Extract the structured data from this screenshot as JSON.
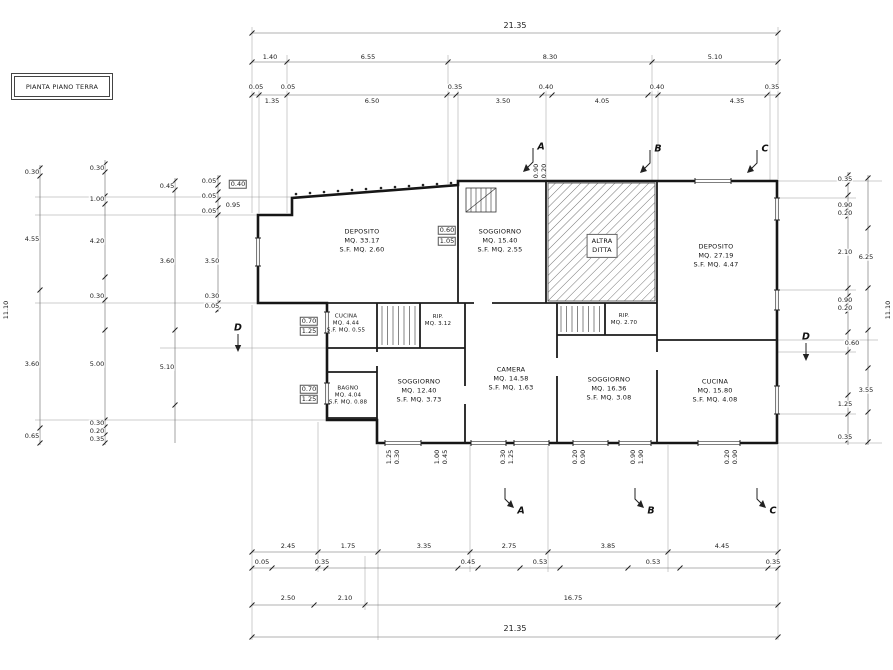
{
  "title": "PIANTA PIANO TERRA",
  "dims": {
    "top_total": "21.35",
    "top_row2": [
      "1.40",
      "6.55",
      "8.30",
      "5.10"
    ],
    "top_row3": [
      "0.05",
      "0.05",
      "0.35",
      "0.40",
      "0.40",
      "0.35"
    ],
    "top_row4": [
      "1.35",
      "6.50",
      "3.50",
      "4.05",
      "4.35"
    ],
    "left_col1": [
      "0.30",
      "4.55",
      "3.60",
      "0.65"
    ],
    "left_col2": [
      "0.30",
      "1.00",
      "4.20",
      "0.30",
      "5.00",
      "0.30",
      "0.20",
      "0.35"
    ],
    "left_col3": [
      "0.45",
      "3.60",
      "5.10"
    ],
    "left_col4": [
      "0.05",
      "0.40",
      "0.05",
      "0.95",
      "0.05",
      "3.50",
      "0.30",
      "0.05"
    ],
    "left_edge": "11.10",
    "right_col1": [
      "0.35",
      "0.90",
      "0.20",
      "2.10",
      "0.90",
      "0.20",
      "0.60",
      "1.25",
      "0.35"
    ],
    "right_col2": [
      "6.25",
      "3.55"
    ],
    "right_edge": "11.10",
    "bottom_row1": [
      "2.45",
      "1.75",
      "3.35",
      "2.75",
      "3.85",
      "4.45"
    ],
    "bottom_row2": [
      "0.05",
      "0.35",
      "0.45",
      "0.53",
      "0.53",
      "0.35"
    ],
    "bottom_row3": [
      "2.50",
      "2.10",
      "16.75"
    ],
    "bottom_total": "21.35",
    "inner_top": [
      "0.60",
      "1.05"
    ],
    "inner_altra": [
      "0.90",
      "0.20"
    ],
    "inner_cucina_door": [
      "0.70",
      "1.25"
    ],
    "inner_bagno_door": [
      "0.70",
      "1.25"
    ],
    "inner_bottom_pairs": [
      [
        "1.25",
        "0.30"
      ],
      [
        "1.00",
        "0.45"
      ],
      [
        "0.30",
        "1.25"
      ],
      [
        "0.20",
        "0.90"
      ],
      [
        "0.90",
        "1.90"
      ],
      [
        "0.20",
        "0.90"
      ]
    ]
  },
  "rooms": [
    {
      "id": "deposito-1",
      "lines": [
        "DEPOSITO",
        "MQ. 33.17",
        "S.F. MQ. 2.60"
      ]
    },
    {
      "id": "soggiorno-1",
      "lines": [
        "SOGGIORNO",
        "MQ. 15.40",
        "S.F. MQ. 2.55"
      ]
    },
    {
      "id": "altra-ditta",
      "lines": [
        "ALTRA",
        "DITTA"
      ]
    },
    {
      "id": "deposito-2",
      "lines": [
        "DEPOSITO",
        "MQ. 27.19",
        "S.F. MQ. 4.47"
      ]
    },
    {
      "id": "cucina-1",
      "lines": [
        "CUCINA",
        "MQ. 4.44",
        "S.F. MQ. 0.55"
      ]
    },
    {
      "id": "rip-1",
      "lines": [
        "RIP.",
        "MQ. 3.12"
      ]
    },
    {
      "id": "rip-2",
      "lines": [
        "RIP.",
        "MQ. 2.70"
      ]
    },
    {
      "id": "bagno",
      "lines": [
        "BAGNO",
        "MQ. 4.04",
        "S.F. MQ. 0.88"
      ]
    },
    {
      "id": "soggiorno-2",
      "lines": [
        "SOGGIORNO",
        "MQ. 12.40",
        "S.F. MQ. 3.73"
      ]
    },
    {
      "id": "camera",
      "lines": [
        "CAMERA",
        "MQ. 14.58",
        "S.F. MQ. 1.63"
      ]
    },
    {
      "id": "soggiorno-3",
      "lines": [
        "SOGGIORNO",
        "MQ. 16.36",
        "S.F. MQ. 3.08"
      ]
    },
    {
      "id": "cucina-2",
      "lines": [
        "CUCINA",
        "MQ. 15.80",
        "S.F. MQ. 4.08"
      ]
    }
  ],
  "markers": {
    "top": [
      "A",
      "B",
      "C"
    ],
    "bottom": [
      "A",
      "B",
      "C"
    ],
    "left": "D",
    "right": "D"
  }
}
